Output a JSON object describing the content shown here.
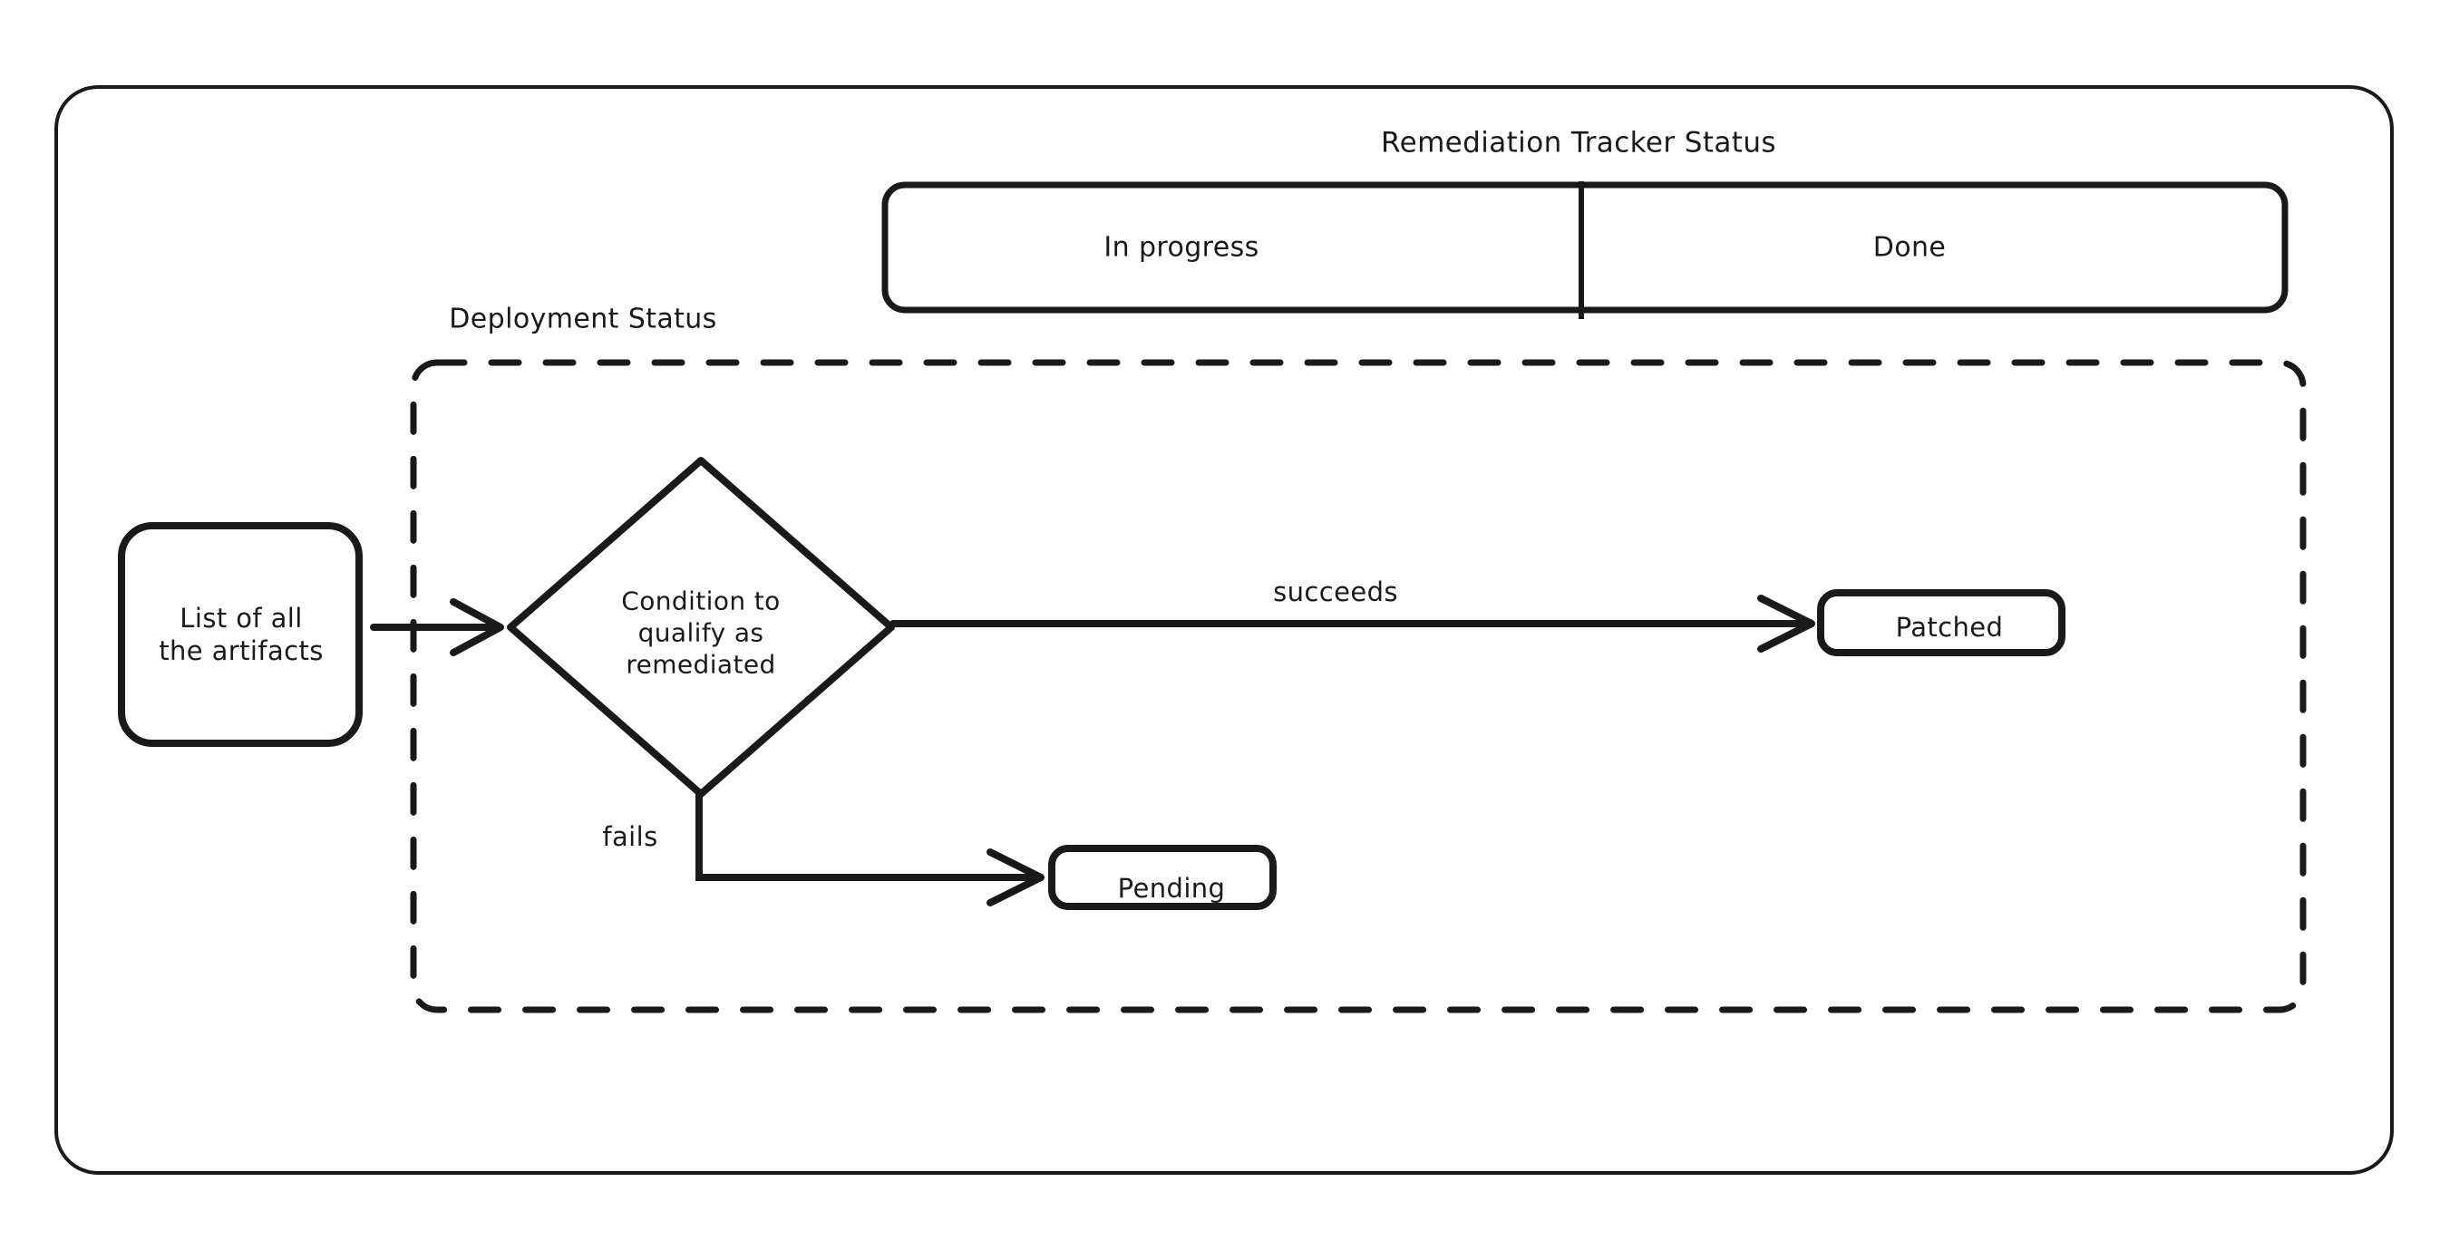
{
  "diagram": {
    "title": "Remediation Tracker Status",
    "group_label": "Deployment Status",
    "lanes": [
      {
        "label": "In progress"
      },
      {
        "label": "Done"
      }
    ],
    "nodes": {
      "start": {
        "label": "List of all\nthe artifacts",
        "shape": "rounded-rect"
      },
      "decision": {
        "label": "Condition to\nqualify as\nremediated",
        "shape": "diamond"
      },
      "patched": {
        "label": "Patched",
        "shape": "rounded-rect"
      },
      "pending": {
        "label": "Pending",
        "shape": "rounded-rect"
      }
    },
    "edges": [
      {
        "label": "",
        "from": "start",
        "to": "decision"
      },
      {
        "label": "succeeds",
        "from": "decision",
        "to": "patched"
      },
      {
        "label": "fails",
        "from": "decision",
        "to": "pending"
      }
    ],
    "colors": {
      "stroke": "#1a1a1a",
      "background": "#ffffff",
      "text": "#1a1a1a"
    }
  }
}
